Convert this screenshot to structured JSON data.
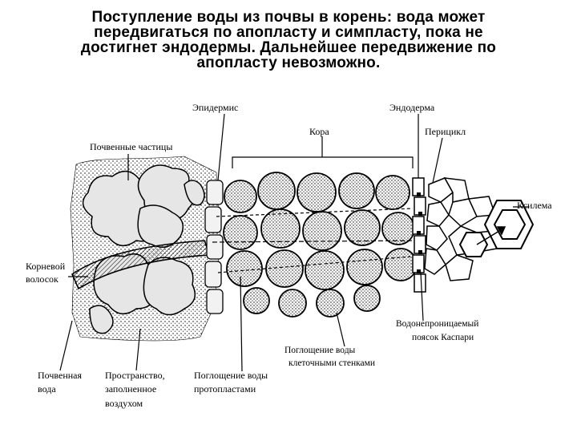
{
  "title_lines": [
    "Поступление воды из почвы в корень: вода может",
    "передвигаться  по апопласту и симпласту, пока не",
    "достигнет эндодермы. Дальнейшее передвижение по",
    "апопласту невозможно."
  ],
  "labels": {
    "epidermis": "Эпидермис",
    "endodermis": "Эндодерма",
    "cortex": "Кора",
    "pericycle": "Перицикл",
    "soil_particles": "Почвенные частицы",
    "xylem": "Ксилема",
    "root_hair": [
      "Корневой",
      "волосок"
    ],
    "casparian": [
      "Водонепроницаемый",
      "поясок Каспари"
    ],
    "cell_wall_uptake": [
      "Поглощение воды",
      "клеточными стенками"
    ],
    "soil_water": [
      "Почвенная",
      "вода"
    ],
    "air_space": [
      "Пространство,",
      "заполненное",
      "воздухом"
    ],
    "protoplast_uptake": [
      "Поглощение воды",
      "протопластами"
    ]
  }
}
